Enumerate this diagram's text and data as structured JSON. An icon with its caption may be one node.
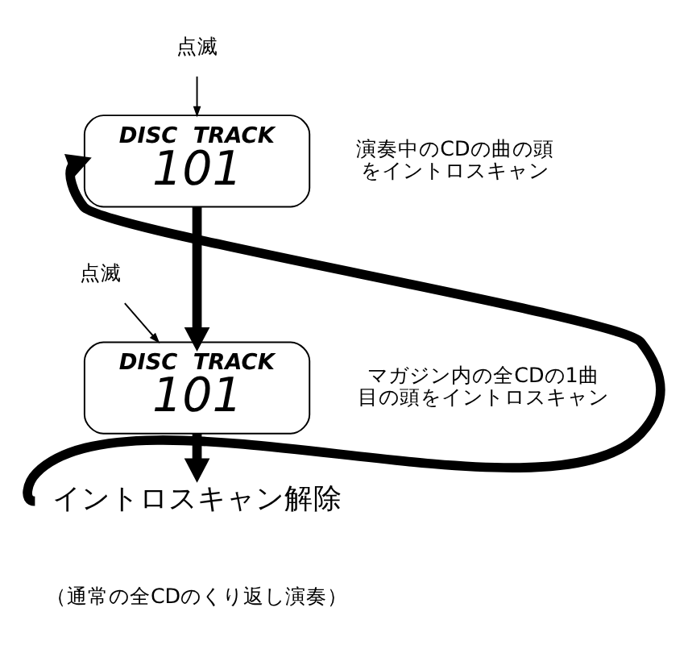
{
  "diagram": {
    "nodes": [
      {
        "text": [
          "点滅"
        ]
      },
      {
        "text": [
          "DISC",
          "TRACK",
          "101"
        ],
        "beside": [
          "演奏中のCDの曲の頭をイントロスキャン"
        ]
      },
      {
        "text": [
          "点滅"
        ]
      },
      {
        "text": [
          "DISC",
          "TRACK",
          "101"
        ],
        "beside": [
          "マガジン内の全CDの1曲目の頭をイントロスキャン"
        ]
      },
      {
        "text": [
          "イントロスキャン解除"
        ],
        "beside": [
          "（通常の全CDのくり返し演奏）"
        ]
      }
    ],
    "edges": [
      {
        "from": 0,
        "to": 1,
        "arrow": "to"
      },
      {
        "from": 1,
        "to": 3,
        "arrow": "to"
      },
      {
        "from": 2,
        "to": 3,
        "arrow": "to"
      },
      {
        "from": 3,
        "to": 4,
        "arrow": "to"
      },
      {
        "from": 4,
        "to": 1,
        "arrow": "to"
      }
    ]
  }
}
